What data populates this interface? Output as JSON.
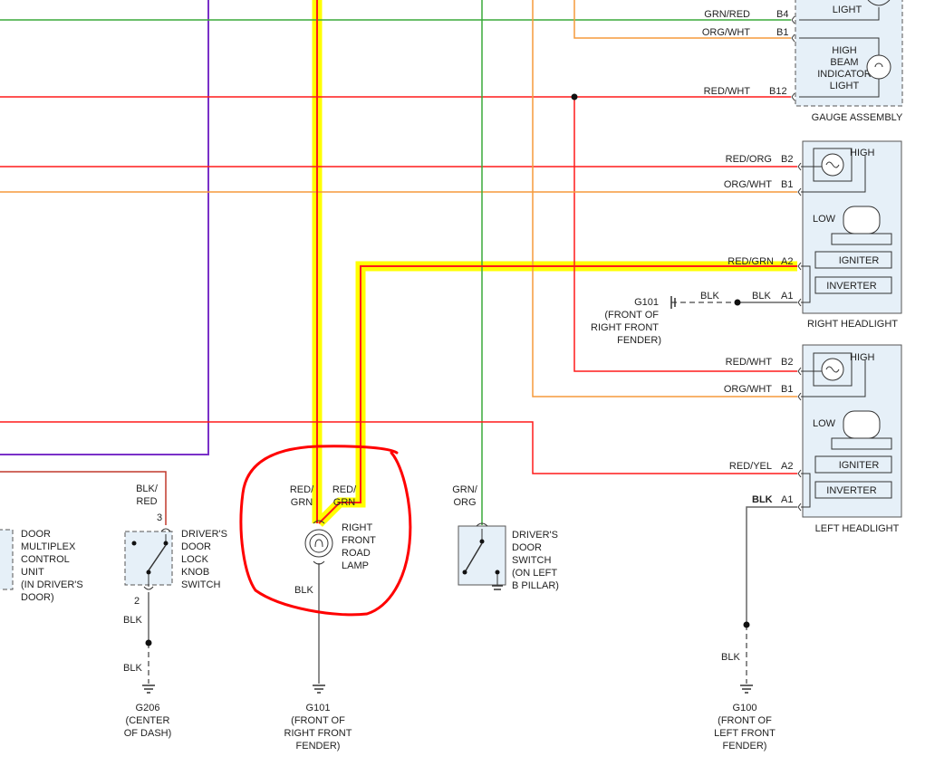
{
  "colors": {
    "red": "#ff1a1a",
    "orange": "#f59a3c",
    "green": "#3aaa3a",
    "purple": "#7a30c8",
    "darkred": "#c0392b",
    "blk": "#666666",
    "highlight": "#ffff00",
    "annotation": "#ff0000"
  },
  "wires": {
    "grn_red": "GRN/RED",
    "org_wht": "ORG/WHT",
    "red_wht": "RED/WHT",
    "red_org": "RED/ORG",
    "red_grn": "RED/GRN",
    "red_yel": "RED/YEL",
    "blk": "BLK",
    "blk_red_1": "BLK/",
    "blk_red_2": "RED",
    "red_grn_1": "RED/",
    "red_grn_2": "GRN",
    "grn_org_1": "GRN/",
    "grn_org_2": "ORG"
  },
  "pins": {
    "b4": "B4",
    "b1": "B1",
    "b12": "B12",
    "b2": "B2",
    "a2": "A2",
    "a1": "A1",
    "p3": "3",
    "p2": "2"
  },
  "gauge": {
    "light_partial": "LIGHT",
    "hb_1": "HIGH",
    "hb_2": "BEAM",
    "hb_3": "INDICATOR",
    "hb_4": "LIGHT",
    "label": "GAUGE ASSEMBLY"
  },
  "headlight": {
    "high": "HIGH",
    "low": "LOW",
    "igniter": "IGNITER",
    "inverter": "INVERTER",
    "right_label": "RIGHT HEADLIGHT",
    "left_label": "LEFT HEADLIGHT"
  },
  "ground_g101_top": {
    "name": "G101",
    "l1": "(FRONT OF",
    "l2": "RIGHT FRONT",
    "l3": "FENDER)"
  },
  "door_mux": {
    "l1": "DOOR",
    "l2": "MULTIPLEX",
    "l3": "CONTROL",
    "l4": "UNIT",
    "l5": "(IN DRIVER'S",
    "l6": "DOOR)"
  },
  "lock_switch": {
    "l1": "DRIVER'S",
    "l2": "DOOR",
    "l3": "LOCK",
    "l4": "KNOB",
    "l5": "SWITCH"
  },
  "road_lamp": {
    "l1": "RIGHT",
    "l2": "FRONT",
    "l3": "ROAD",
    "l4": "LAMP"
  },
  "door_switch": {
    "l1": "DRIVER'S",
    "l2": "DOOR",
    "l3": "SWITCH",
    "l4": "(ON LEFT",
    "l5": "B PILLAR)"
  },
  "g206": {
    "name": "G206",
    "l1": "(CENTER",
    "l2": "OF DASH)"
  },
  "g101_bottom": {
    "name": "G101",
    "l1": "(FRONT OF",
    "l2": "RIGHT FRONT",
    "l3": "FENDER)"
  },
  "g100": {
    "name": "G100",
    "l1": "(FRONT OF",
    "l2": "LEFT FRONT",
    "l3": "FENDER)"
  }
}
